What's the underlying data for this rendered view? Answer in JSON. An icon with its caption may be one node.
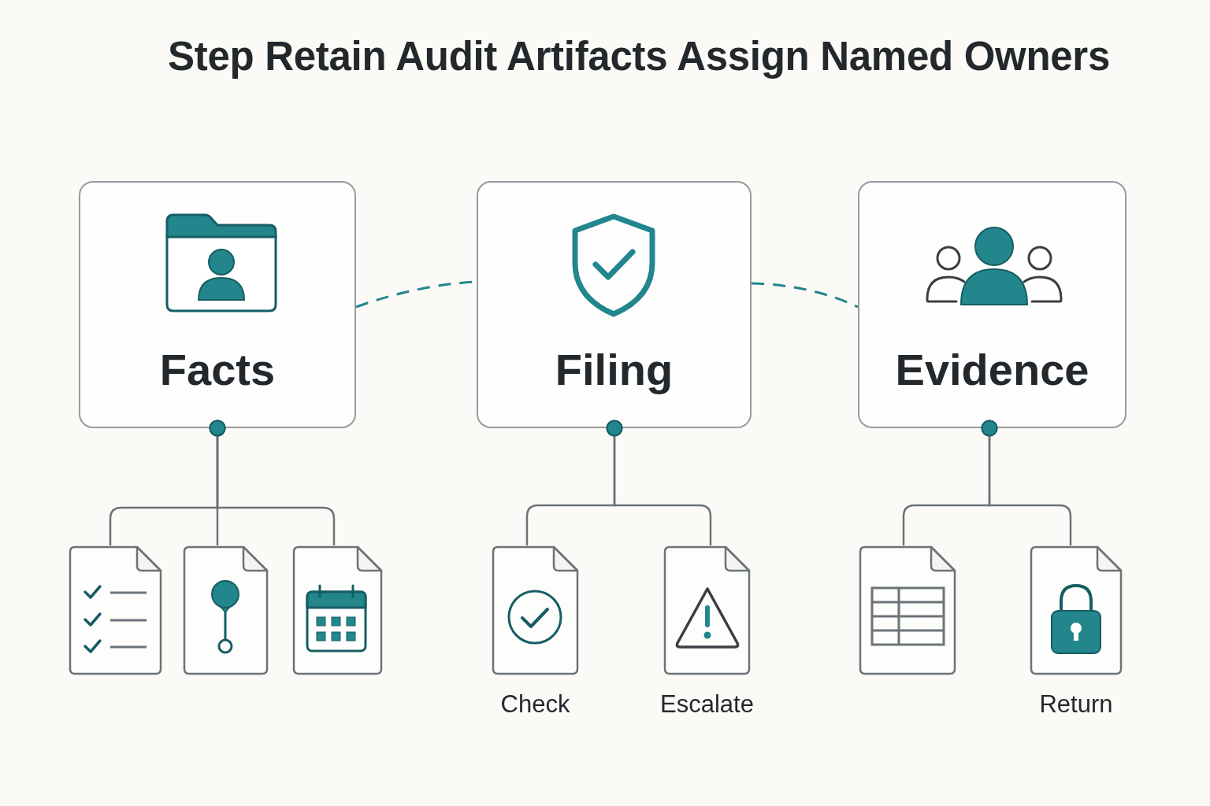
{
  "diagram": {
    "title": "Step Retain Audit Artifacts Assign Named Owners",
    "nodes": [
      {
        "text": [
          "Facts"
        ]
      },
      {
        "text": [
          "Filing"
        ]
      },
      {
        "text": [
          "Evidence"
        ]
      },
      {
        "text": [],
        "shape": "document"
      },
      {
        "text": [],
        "shape": "document"
      },
      {
        "text": [],
        "shape": "document"
      },
      {
        "text": [],
        "shape": "document",
        "beside": [
          "Check"
        ]
      },
      {
        "text": [],
        "shape": "document",
        "beside": [
          "Escalate"
        ]
      },
      {
        "text": [],
        "shape": "document"
      },
      {
        "text": [],
        "shape": "document",
        "beside": [
          "Return"
        ]
      }
    ],
    "edges": [
      {
        "from": 0,
        "to": 1,
        "arrow": "none",
        "style": "dashed",
        "color": "#23868d"
      },
      {
        "from": 1,
        "to": 2,
        "arrow": "none",
        "style": "dashed",
        "color": "#23868d"
      },
      {
        "from": 0,
        "to": 3,
        "arrow": "other"
      },
      {
        "from": 0,
        "to": 4,
        "arrow": "other"
      },
      {
        "from": 0,
        "to": 5,
        "arrow": "other"
      },
      {
        "from": 1,
        "to": 6,
        "arrow": "other"
      },
      {
        "from": 1,
        "to": 7,
        "arrow": "other"
      },
      {
        "from": 2,
        "to": 8,
        "arrow": "other"
      },
      {
        "from": 2,
        "to": 9,
        "arrow": "other"
      }
    ]
  }
}
